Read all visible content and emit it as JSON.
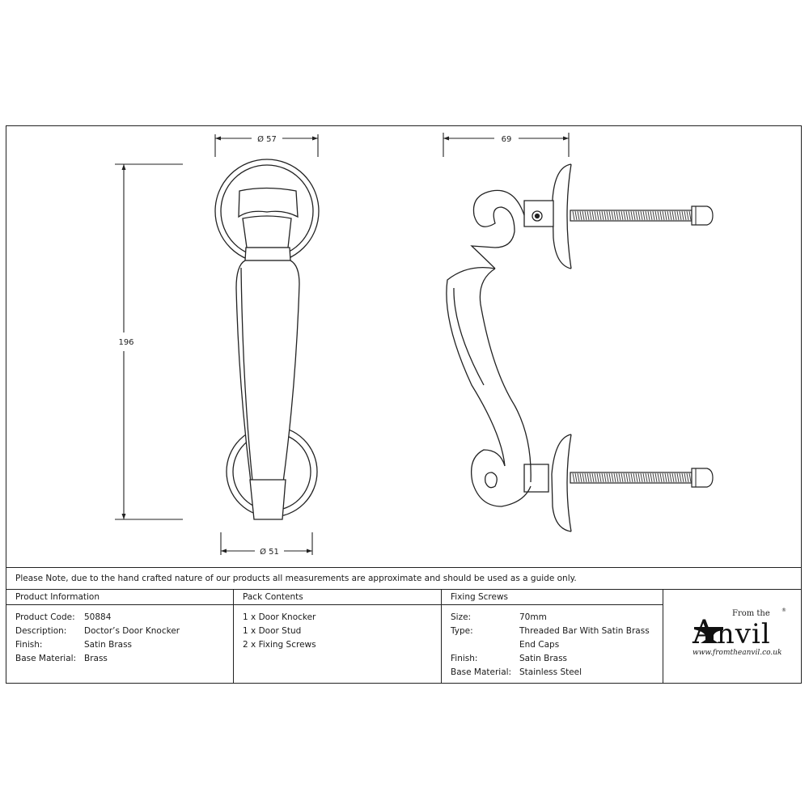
{
  "dimensions": {
    "top_diameter": "Ø 57",
    "bottom_diameter": "Ø 51",
    "height": "196",
    "projection": "69"
  },
  "note": "Please Note, due to the hand crafted nature of our products all measurements are approximate and should be used as a guide only.",
  "product_information": {
    "heading": "Product Information",
    "rows": [
      {
        "label": "Product Code:",
        "value": "50884"
      },
      {
        "label": "Description:",
        "value": "Doctor’s Door Knocker"
      },
      {
        "label": "Finish:",
        "value": "Satin Brass"
      },
      {
        "label": "Base Material:",
        "value": "Brass"
      }
    ]
  },
  "pack_contents": {
    "heading": "Pack Contents",
    "items": [
      "1 x Door Knocker",
      "1 x Door Stud",
      "2 x Fixing Screws"
    ]
  },
  "fixing_screws": {
    "heading": "Fixing Screws",
    "rows": [
      {
        "label": "Size:",
        "value": "70mm"
      },
      {
        "label": "Type:",
        "value": "Threaded Bar With Satin Brass"
      },
      {
        "label": "",
        "value": "End Caps"
      },
      {
        "label": "Finish:",
        "value": "Satin Brass"
      },
      {
        "label": "Base Material:",
        "value": "Stainless Steel"
      }
    ]
  },
  "logo": {
    "from_the": "From the",
    "brand_initial": "A",
    "brand_rest": "nvil",
    "registered": "®",
    "url": "www.fromtheanvil.co.uk"
  }
}
